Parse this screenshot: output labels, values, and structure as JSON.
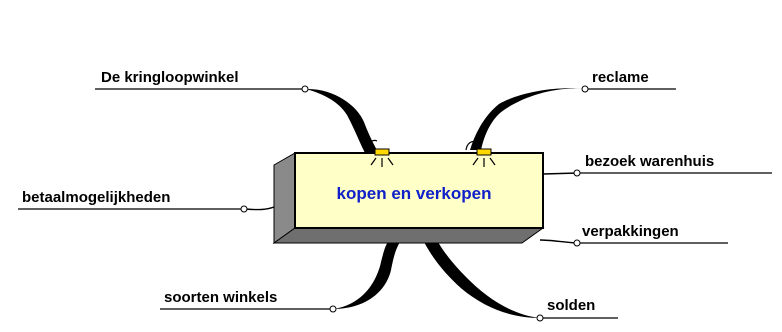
{
  "mindmap": {
    "central_topic": "kopen en verkopen",
    "branches": [
      {
        "id": "kringloopwinkel",
        "label": "De kringloopwinkel"
      },
      {
        "id": "reclame",
        "label": "reclame"
      },
      {
        "id": "bezoek-warenhuis",
        "label": "bezoek warenhuis"
      },
      {
        "id": "betaalmogelijkheden",
        "label": "betaalmogelijkheden"
      },
      {
        "id": "verpakkingen",
        "label": "verpakkingen"
      },
      {
        "id": "soorten-winkels",
        "label": "soorten winkels"
      },
      {
        "id": "solden",
        "label": "solden"
      }
    ]
  },
  "colors": {
    "background": "#ffffff",
    "box_fill": "#ffffc8",
    "box_side": "#8a8a8a",
    "box_edge": "#000000",
    "central_text": "#1020c8",
    "branch_line": "#000000",
    "lamp": "#ffd800"
  }
}
